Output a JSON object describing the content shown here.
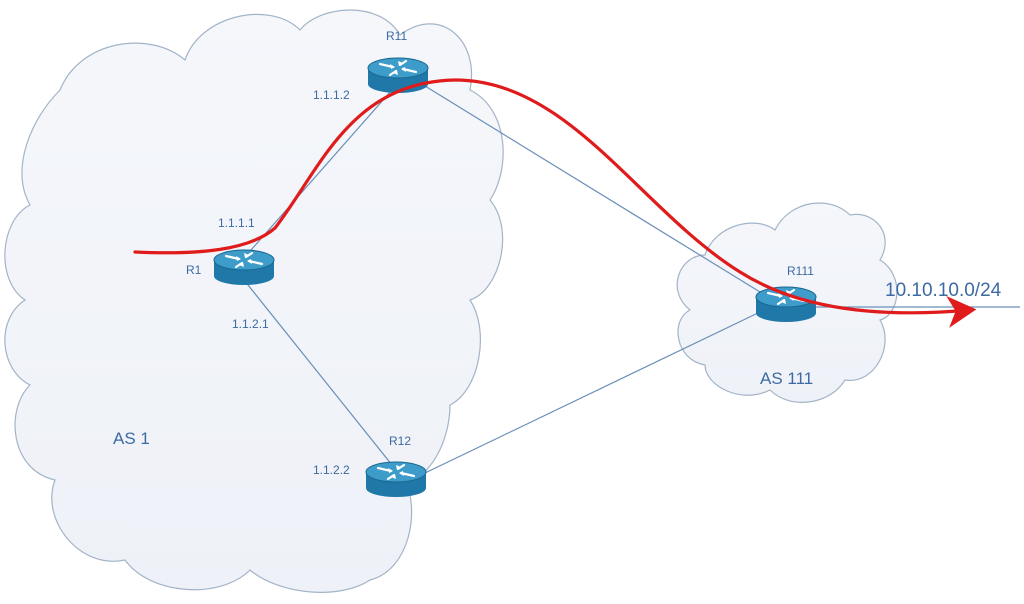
{
  "diagram": {
    "as_regions": [
      {
        "id": "as1",
        "label": "AS 1"
      },
      {
        "id": "as111",
        "label": "AS 111"
      }
    ],
    "routers": [
      {
        "id": "r1",
        "name": "R1",
        "interfaces": [
          "1.1.1.1",
          "1.1.2.1"
        ]
      },
      {
        "id": "r11",
        "name": "R11",
        "interfaces": [
          "1.1.1.2"
        ]
      },
      {
        "id": "r12",
        "name": "R12",
        "interfaces": [
          "1.1.2.2"
        ]
      },
      {
        "id": "r111",
        "name": "R111",
        "interfaces": []
      }
    ],
    "links": [
      {
        "from": "R1",
        "to": "R11"
      },
      {
        "from": "R1",
        "to": "R12"
      },
      {
        "from": "R11",
        "to": "R111"
      },
      {
        "from": "R12",
        "to": "R111"
      }
    ],
    "destination_prefix": "10.10.10.0/24",
    "path": [
      "R1",
      "R11",
      "R111",
      "10.10.10.0/24"
    ],
    "colors": {
      "cloud_fill": "#f2f4f9",
      "cloud_stroke": "#a3b4c8",
      "link": "#6a8fb8",
      "router_body": "#1f78a8",
      "router_top": "#3d9cc9",
      "path": "#e01b1b",
      "label": "#3d6aa3"
    }
  }
}
